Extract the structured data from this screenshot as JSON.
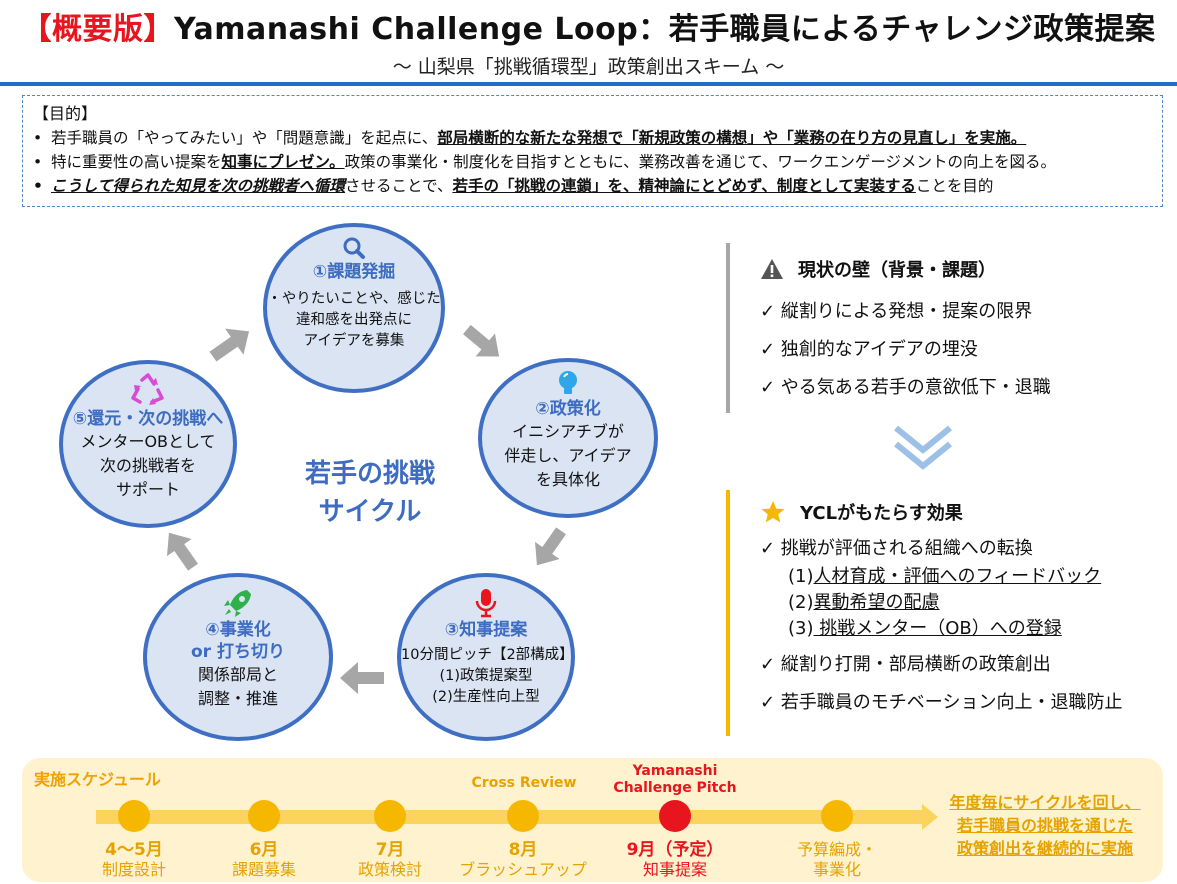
{
  "header": {
    "tag": "【概要版】",
    "title": "Yamanashi Challenge Loop：若手職員によるチャレンジ政策提案",
    "subtitle": "～ 山梨県「挑戦循環型」政策創出スキーム ～"
  },
  "purpose": {
    "heading": "【目的】",
    "line1": {
      "bullet": "•",
      "a": "若手職員の「やってみたい」や「問題意識」を起点に、",
      "b": "部局横断的な新たな発想で「新規政策の構想」や「業務の在り方の見直し」を実施。"
    },
    "line2": {
      "bullet": "•",
      "a": "特に重要性の高い提案を",
      "b": "知事にプレゼン。",
      "c": "政策の事業化・制度化を目指すとともに、業務改善を通じて、ワークエンゲージメントの向上を図る。"
    },
    "line3": {
      "bullet": "•",
      "a": "こうして得られた知見を次の挑戦者へ循環",
      "b": "させることで、",
      "c": "若手の「挑戦の連鎖」を、精神論にとどめず、制度として実装する",
      "d": "ことを目的"
    }
  },
  "cycle": {
    "center": "若手の挑戦\nサイクル",
    "center_line1": "若手の挑戦",
    "center_line2": "サイクル",
    "steps": [
      {
        "icon": "search-icon",
        "title": "①課題発掘",
        "lines": [
          "・やりたいことや、感じた",
          "違和感を出発点に",
          "アイデアを募集"
        ]
      },
      {
        "icon": "lightbulb-icon",
        "title": "②政策化",
        "lines": [
          "イニシアチブが",
          "伴走し、アイデア",
          "を具体化"
        ]
      },
      {
        "icon": "microphone-icon",
        "title": "③知事提案",
        "lines": [
          "10分間ピッチ【2部構成】",
          "(1)政策提案型",
          "(2)生産性向上型"
        ]
      },
      {
        "icon": "rocket-icon",
        "title": "④事業化",
        "title2": "or 打ち切り",
        "lines": [
          "関係部局と",
          "調整・推進"
        ]
      },
      {
        "icon": "recycle-icon",
        "title": "⑤還元・次の挑戦へ",
        "lines": [
          "メンターOBとして",
          "次の挑戦者を",
          "サポート"
        ]
      }
    ]
  },
  "challenges": {
    "icon": "warning-icon",
    "heading": "現状の壁（背景・課題）",
    "items": [
      "✓ 縦割りによる発想・提案の限界",
      "✓ 独創的なアイデアの埋没",
      "✓ やる気ある若手の意欲低下・退職"
    ]
  },
  "effects": {
    "icon": "star-icon",
    "heading": "YCLがもたらす効果",
    "item1": "✓ 挑戦が評価される組織への転換",
    "subs": [
      {
        "num": "(1)",
        "text": "人材育成・評価へのフィードバック"
      },
      {
        "num": "(2)",
        "text": "異動希望の配慮"
      },
      {
        "num": "(3)",
        "text": " 挑戦メンター（OB）への登録"
      }
    ],
    "item2": "✓ 縦割り打開・部局横断の政策創出",
    "item3": "✓ 若手職員のモチベーション向上・退職防止"
  },
  "schedule": {
    "title": "実施スケジュール",
    "milestones": [
      {
        "month": "4～5月",
        "label": "制度設計",
        "highlight": false
      },
      {
        "month": "6月",
        "label": "課題募集",
        "highlight": false
      },
      {
        "month": "7月",
        "label": "政策検討",
        "highlight": false
      },
      {
        "month": "8月",
        "label": "ブラッシュアップ",
        "highlight": false,
        "above": "Cross Review"
      },
      {
        "month": "9月（予定）",
        "label": "知事提案",
        "highlight": true,
        "above1": "Yamanashi",
        "above2": "Challenge Pitch"
      },
      {
        "month": "",
        "label1": "予算編成・",
        "label2": "事業化",
        "highlight": false
      }
    ],
    "result1": "年度毎にサイクルを回し、",
    "result2": "若手職員の挑戦を通じた",
    "result3": "政策創出を継続的に実施"
  },
  "colors": {
    "accent_blue": "#3f6fc3",
    "title_red": "#e8141e",
    "circle_fill": "#dbe4f3",
    "schedule_bg": "#fef2cf",
    "schedule_orange": "#f6b700"
  }
}
